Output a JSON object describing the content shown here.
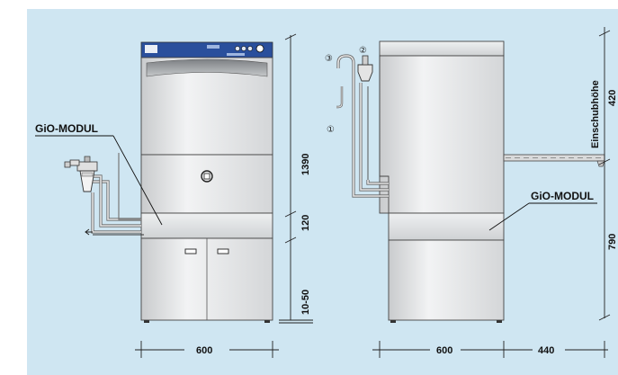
{
  "labels": {
    "module_front": "GiO-MODUL",
    "module_side": "GiO-MODUL",
    "insert_height": "Einschubhöhe"
  },
  "dimensions": {
    "front_width": "600",
    "side_width": "600",
    "drawer_depth": "440",
    "total_height": "1390",
    "module_height": "120",
    "foot_height": "10-50",
    "insert_height": "420",
    "rack_height": "790"
  },
  "callouts": {
    "one": "①",
    "two": "②",
    "three": "③"
  },
  "colors": {
    "background": "#cfe6f2",
    "cabinet": "#e8e9ea",
    "panel_blue": "#2a4f9c",
    "line": "#222222"
  }
}
